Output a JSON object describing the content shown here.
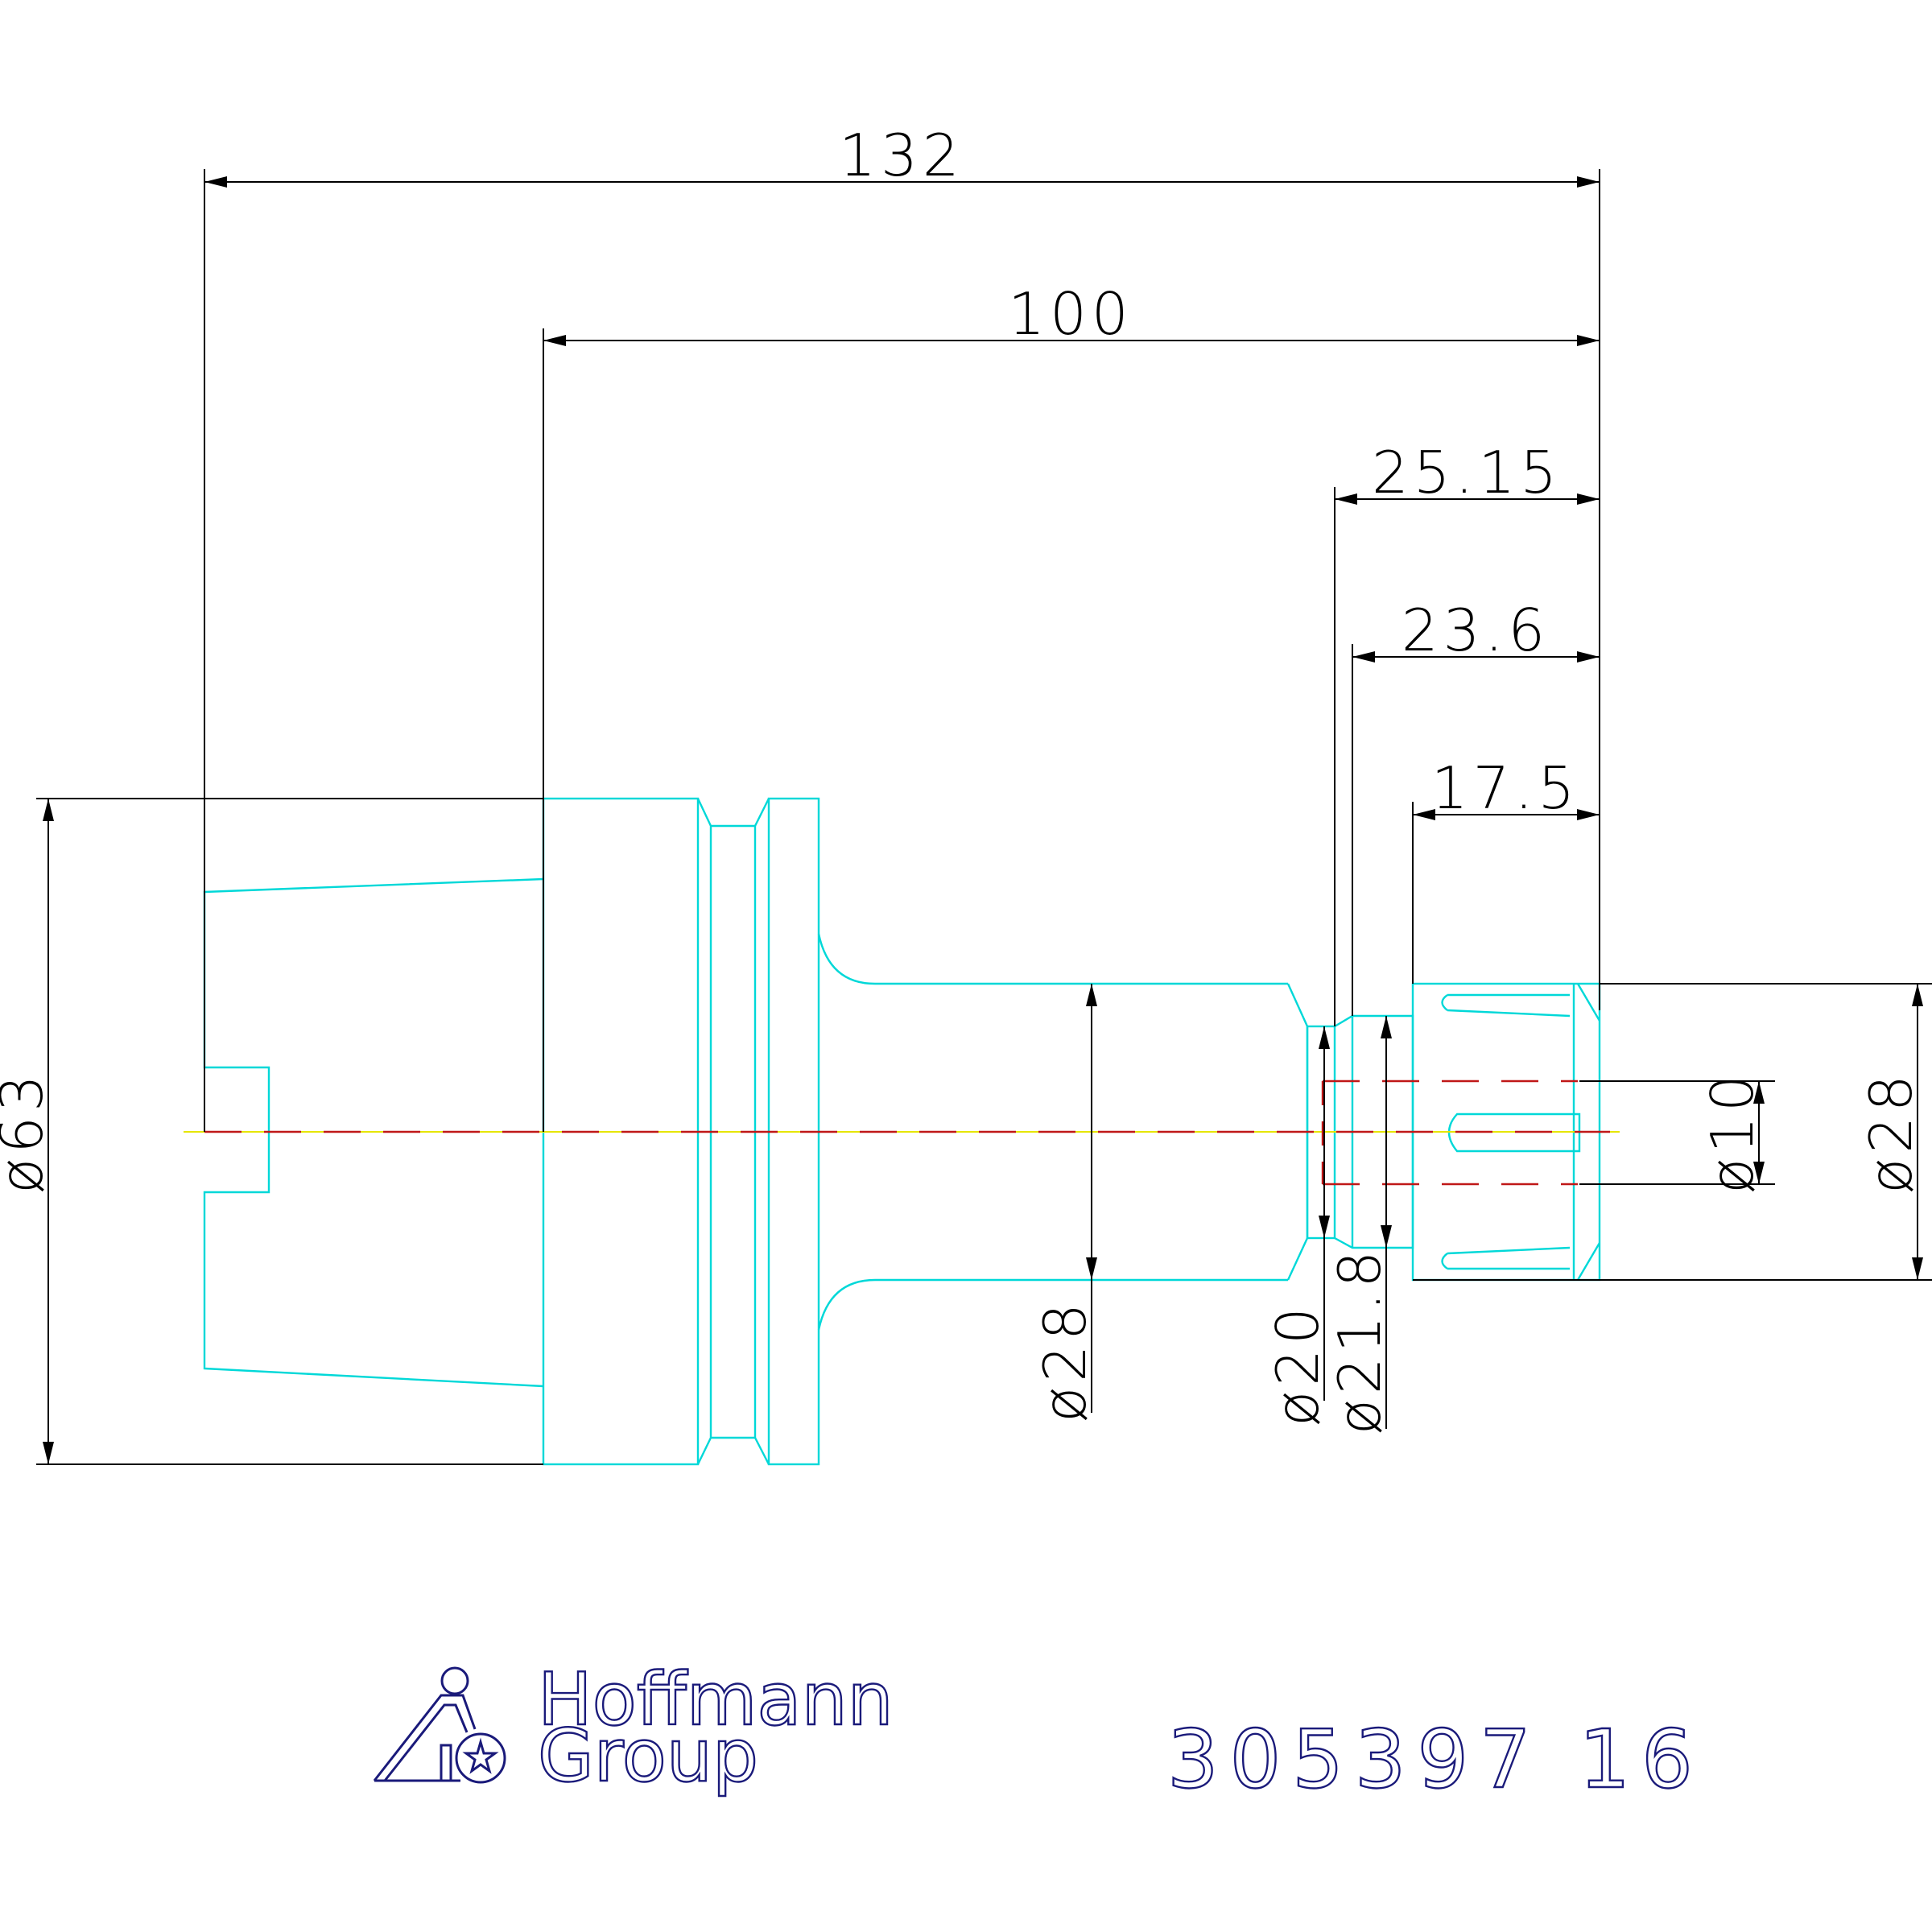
{
  "dimensions": {
    "overall_length": "132",
    "body_length": "100",
    "dim_25_15": "25.15",
    "dim_23_6": "23.6",
    "dim_17_5": "17.5",
    "dia_63": "ø63",
    "dia_28_shank": "ø28",
    "dia_20": "ø20",
    "dia_21_8": "ø21.8",
    "dia_10": "ø10",
    "dia_28_nut": "ø28"
  },
  "logo": {
    "line1": "Hoffmann",
    "line2": "Group"
  },
  "part_number": "305397 16",
  "colors": {
    "part_outline": "#00d8d8",
    "dimension": "#000000",
    "centerline": "#c01818",
    "logo": "#1a1a7a"
  }
}
